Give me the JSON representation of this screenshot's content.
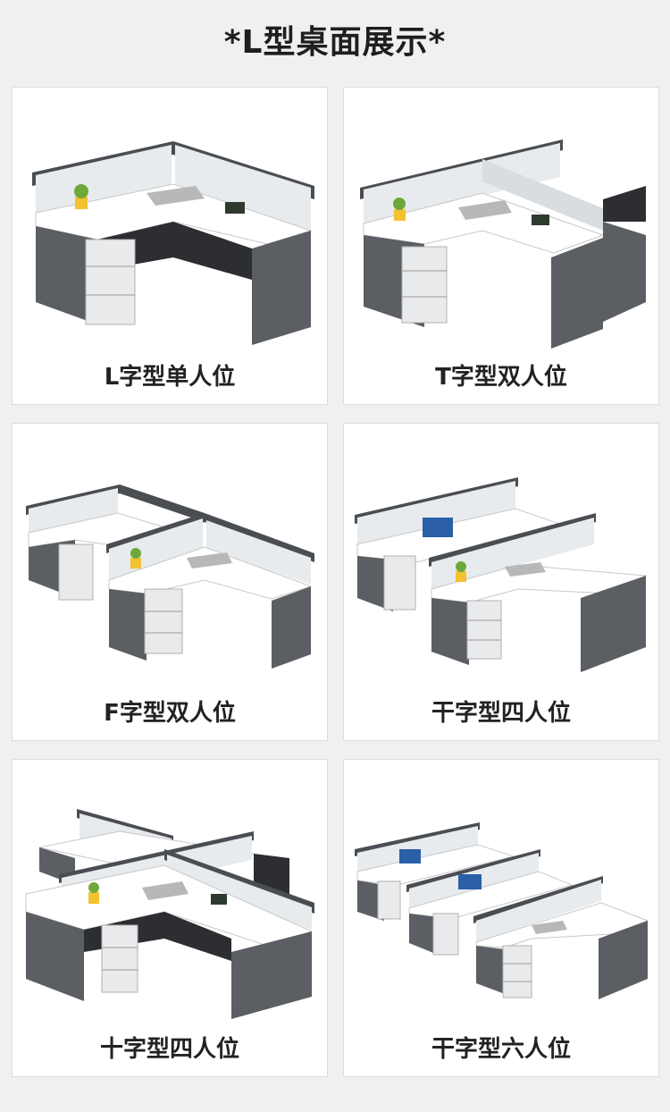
{
  "page_title": "*L型桌面展示*",
  "colors": {
    "cabinet": "#5b5e63",
    "panel_frame": "#4a4d52",
    "desktop": "#ffffff",
    "panel_glass": "#e7ebee",
    "plant": "#6fa83a",
    "pot": "#f2c230",
    "drawer": "#e9eaec"
  },
  "cards": [
    {
      "label": "L字型单人位"
    },
    {
      "label": "T字型双人位"
    },
    {
      "label": "F字型双人位"
    },
    {
      "label": "干字型四人位"
    },
    {
      "label": "十字型四人位"
    },
    {
      "label": "干字型六人位"
    }
  ]
}
